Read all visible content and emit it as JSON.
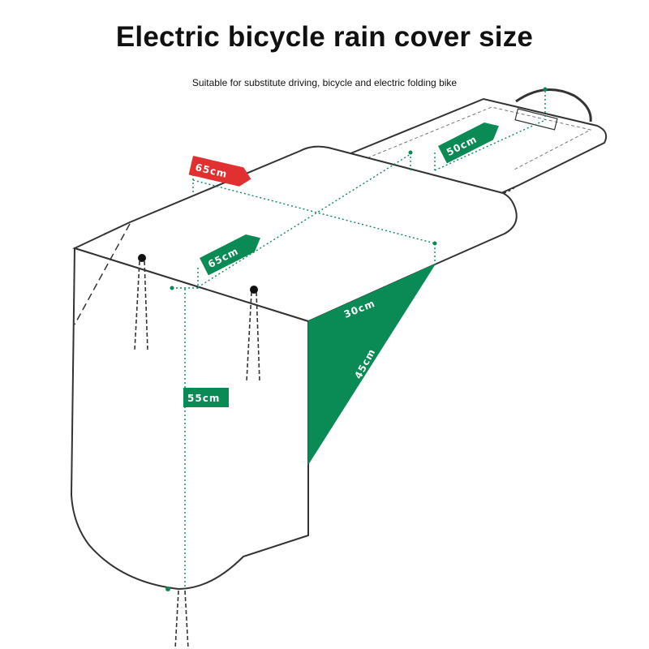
{
  "header": {
    "title": "Electric bicycle rain cover size",
    "subtitle": "Suitable for substitute driving, bicycle and electric folding bike"
  },
  "dimensions": {
    "top_length_red": "65cm",
    "top_length_green": "65cm",
    "rear_width": "50cm",
    "front_height": "55cm",
    "side_top": "30cm",
    "side_diagonal": "45cm"
  },
  "colors": {
    "accent_green": "#0a8a55",
    "accent_red": "#e03030",
    "outline": "#333333",
    "cover_fill": "#ffffff"
  }
}
